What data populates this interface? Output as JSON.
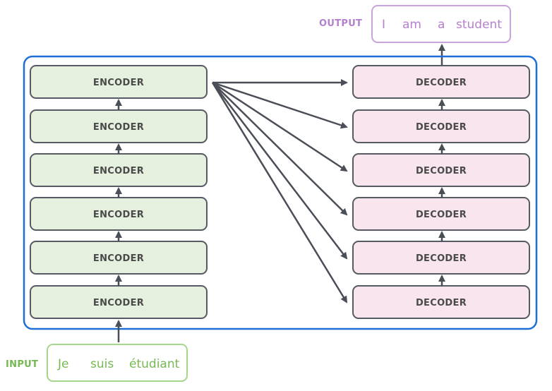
{
  "diagram": {
    "output": {
      "label": "OUTPUT",
      "words": [
        "I",
        "am",
        "a",
        "student"
      ]
    },
    "input": {
      "label": "INPUT",
      "words": [
        "Je",
        "suis",
        "étudiant"
      ]
    },
    "encoders": [
      "ENCODER",
      "ENCODER",
      "ENCODER",
      "ENCODER",
      "ENCODER",
      "ENCODER"
    ],
    "decoders": [
      "DECODER",
      "DECODER",
      "DECODER",
      "DECODER",
      "DECODER",
      "DECODER"
    ],
    "colors": {
      "container_border": "#1f6fd6",
      "encoder_fill": "#e5f1de",
      "decoder_fill": "#f8e5ee",
      "box_border": "#555a63",
      "arrow": "#4a4f57",
      "input_green": "#76b852",
      "output_purple": "#b57fcf"
    }
  }
}
